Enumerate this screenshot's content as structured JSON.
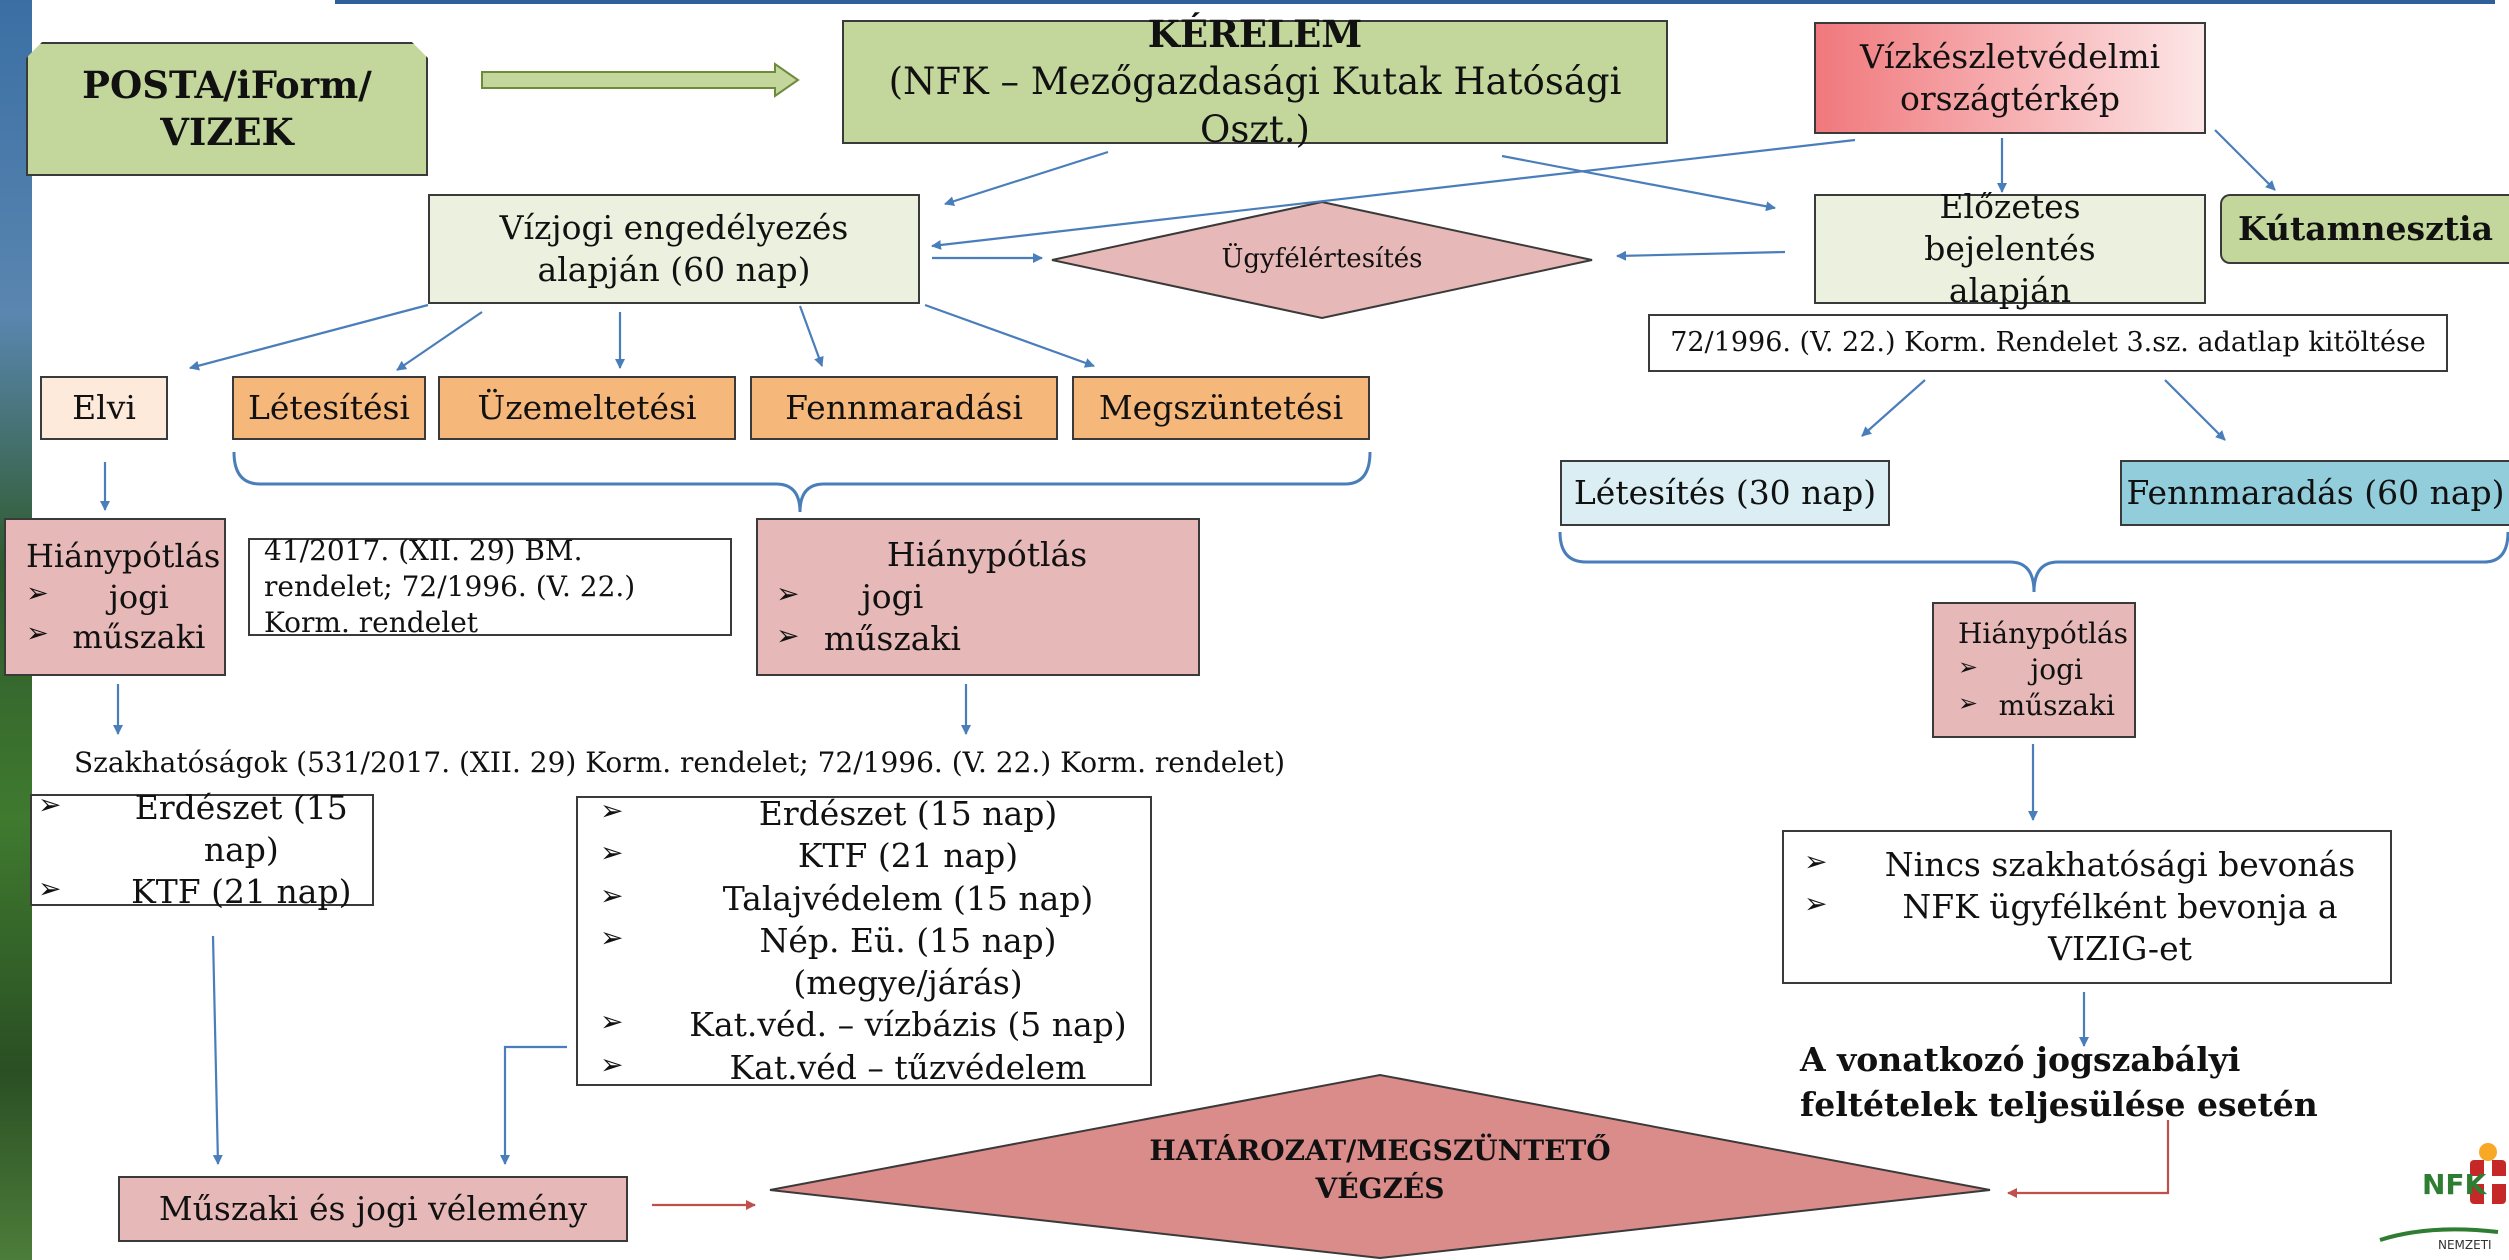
{
  "boxes": {
    "posta": "POSTA/iForm/ VIZEK",
    "kerelem_title": "KÉRELEM",
    "kerelem_sub": "(NFK – Mezőgazdasági Kutak Hatósági Oszt.)",
    "vizkeszlet": "Vízkészletvédelmi országtérkép",
    "vizjogi": "Vízjogi engedélyezés alapján (60 nap)",
    "ugyfel": "Ügyfélértesítés",
    "elozetes": "Előzetes bejelentés alapján",
    "kutamnesztia": "Kútamnesztia",
    "adatlap": "72/1996. (V. 22.) Korm. Rendelet 3.sz. adatlap kitöltése",
    "elvi": "Elvi",
    "letesitesi": "Létesítési",
    "uzemeltetesi": "Üzemeltetési",
    "fennmaradasi": "Fennmaradási",
    "megszuntetesi": "Megszüntetési",
    "letesites30": "Létesítés (30 nap)",
    "fennmaradas60": "Fennmaradás (60 nap)",
    "rendelet_note": "41/2017. (XII. 29) BM. rendelet; 72/1996. (V. 22.) Korm. rendelet",
    "szakhat_line": "Szakhatóságok (531/2017. (XII. 29) Korm. rendelet; 72/1996. (V. 22.) Korm. rendelet)",
    "muszaki_jogi": "Műszaki és jogi vélemény",
    "hatarozat": "HATÁROZAT/MEGSZÜNTETŐ VÉGZÉS",
    "feltetelek": "A vonatkozó jogszabályi feltételek teljesülése esetén",
    "logo_text": "NFK",
    "logo_sub": "NEMZETI"
  },
  "hiany_left": {
    "title": "Hiánypótlás",
    "items": [
      "jogi",
      "műszaki"
    ]
  },
  "hiany_mid": {
    "title": "Hiánypótlás",
    "items": [
      "jogi",
      "műszaki"
    ]
  },
  "hiany_right": {
    "title": "Hiánypótlás",
    "items": [
      "jogi",
      "műszaki"
    ]
  },
  "szak_left": {
    "items": [
      "Erdészet (15 nap)",
      "KTF (21 nap)"
    ]
  },
  "szak_mid": {
    "items": [
      "Erdészet (15 nap)",
      "KTF (21 nap)",
      "Talajvédelem (15 nap)",
      "Nép. Eü. (15 nap) (megye/járás)",
      "Kat.véd. – vízbázis (5 nap)",
      "Kat.véd – tűzvédelem"
    ]
  },
  "szak_right": {
    "items": [
      "Nincs szakhatósági bevonás",
      "NFK ügyfélként bevonja a VIZIG-et"
    ]
  },
  "colors": {
    "green": "#c3d69b",
    "green_light": "#ebf1de",
    "red_gradient": "#f48b8e",
    "peach": "#f6b77b",
    "peach_light": "#fdeada",
    "pink": "#e6b9b8",
    "blue_light": "#dbeef4",
    "blue": "#92cddc",
    "diamond_dark": "#d98c8a",
    "arrow_blue": "#4a7ebb",
    "arrow_red": "#c0504d"
  }
}
